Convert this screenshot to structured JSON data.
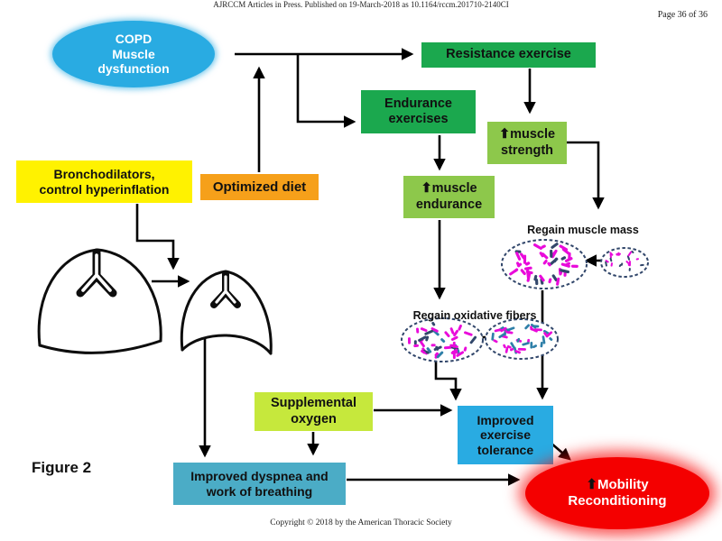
{
  "page": {
    "header": "AJRCCM Articles in Press. Published on 19-March-2018 as 10.1164/rccm.201710-2140CI",
    "page_number": "Page 36 of 36",
    "figure_label": "Figure 2",
    "copyright": "Copyright © 2018 by the American Thoracic Society"
  },
  "palette": {
    "cyan_blue": "#29ABE2",
    "yellow": "#FFF200",
    "orange": "#F6A01A",
    "green": "#1BA84E",
    "light_green": "#8DC84B",
    "lime": "#C6E83C",
    "teal": "#4BACC6",
    "red": "#F40000",
    "speckle_magenta": "#E90ADA",
    "speckle_navy": "#32476B",
    "speckle_teal": "#2E7FA8",
    "line_black": "#000000"
  },
  "nodes": {
    "copd": {
      "lines": [
        "COPD",
        "Muscle",
        "dysfunction"
      ],
      "fill": "#29ABE2"
    },
    "bronchodilators": {
      "lines": [
        "Bronchodilators,",
        "control hyperinflation"
      ],
      "fill": "#FFF200"
    },
    "optimized_diet": {
      "label": "Optimized diet",
      "fill": "#F6A01A"
    },
    "resistance_exercise": {
      "label": "Resistance exercise",
      "fill": "#1BA84E"
    },
    "endurance_exercises": {
      "lines": [
        "Endurance",
        "exercises"
      ],
      "fill": "#1BA84E"
    },
    "muscle_strength": {
      "lines": [
        "⬆muscle",
        "strength"
      ],
      "fill": "#8DC84B"
    },
    "muscle_endurance": {
      "lines": [
        "⬆muscle",
        "endurance"
      ],
      "fill": "#8DC84B"
    },
    "regain_muscle_mass": {
      "label": "Regain muscle mass"
    },
    "regain_oxidative_fibers": {
      "label": "Regain oxidative fibers"
    },
    "supplemental_oxygen": {
      "lines": [
        "Supplemental",
        "oxygen"
      ],
      "fill": "#C6E83C"
    },
    "improved_dyspnea": {
      "lines": [
        "Improved dyspnea and",
        "work of breathing"
      ],
      "fill": "#4BACC6"
    },
    "exercise_tolerance": {
      "lines": [
        "Improved",
        "exercise",
        "tolerance"
      ],
      "fill": "#29ABE2"
    },
    "mobility": {
      "arrow": "⬆",
      "line1": "Mobility",
      "line2": "Reconditioning",
      "fill": "#F40000"
    }
  }
}
